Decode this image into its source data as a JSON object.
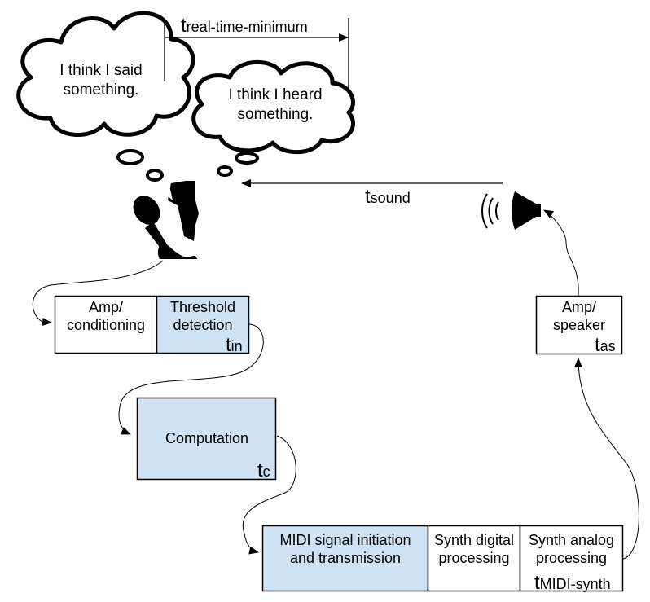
{
  "clouds": {
    "speaker_thought": [
      "I think I said",
      "something."
    ],
    "listener_thought": [
      "I think I heard",
      "something."
    ]
  },
  "timing": {
    "real_time_minimum": {
      "t": "t",
      "sub": "real-time-minimum"
    },
    "sound": {
      "t": "t",
      "sub": "sound"
    },
    "in": {
      "t": "t",
      "sub": "in"
    },
    "c": {
      "t": "t",
      "sub": "c"
    },
    "as": {
      "t": "t",
      "sub": "as"
    },
    "midi_synth": {
      "t": "t",
      "sub": "MIDI-synth"
    }
  },
  "boxes": {
    "amp_conditioning": [
      "Amp/",
      "conditioning"
    ],
    "threshold_detection": [
      "Threshold",
      "detection"
    ],
    "computation": "Computation",
    "midi_signal": [
      "MIDI signal initiation",
      "and transmission"
    ],
    "synth_digital": [
      "Synth digital",
      "processing"
    ],
    "synth_analog": [
      "Synth analog",
      "processing"
    ],
    "amp_speaker": [
      "Amp/",
      "speaker"
    ]
  },
  "icons": {
    "singer": "singer-with-microphone-icon",
    "loudspeaker": "loudspeaker-icon"
  },
  "colors": {
    "highlight_fill": "#cfe2f3",
    "stroke": "#000000"
  }
}
